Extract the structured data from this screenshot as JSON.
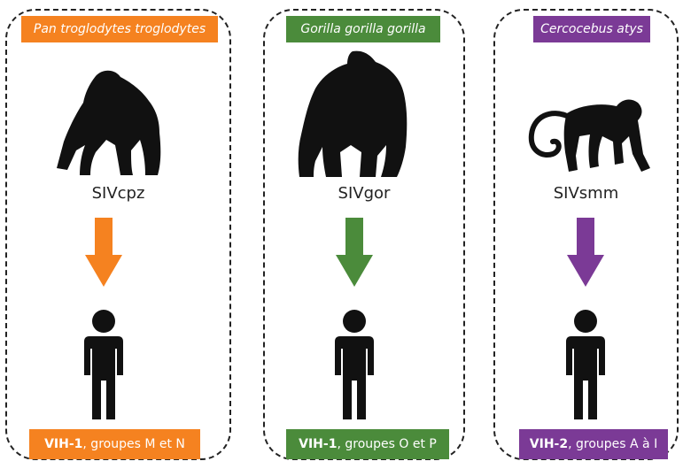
{
  "colors": {
    "orange": "#F58220",
    "green": "#4B8B3B",
    "purple": "#7B3A96",
    "dark": "#111111"
  },
  "panels": [
    {
      "species": "Pan troglodytes troglodytes",
      "virus": "SIVcpz",
      "animal_icon": "chimpanzee-icon",
      "group_name": "VIH-1",
      "group_rest": ", groupes M et N"
    },
    {
      "species": "Gorilla gorilla gorilla",
      "virus": "SIVgor",
      "animal_icon": "gorilla-icon",
      "group_name": "VIH-1",
      "group_rest": ", groupes O et P"
    },
    {
      "species": "Cercocebus atys",
      "virus": "SIVsmm",
      "animal_icon": "monkey-icon",
      "group_name": "VIH-2",
      "group_rest": ", groupes A à I"
    }
  ]
}
